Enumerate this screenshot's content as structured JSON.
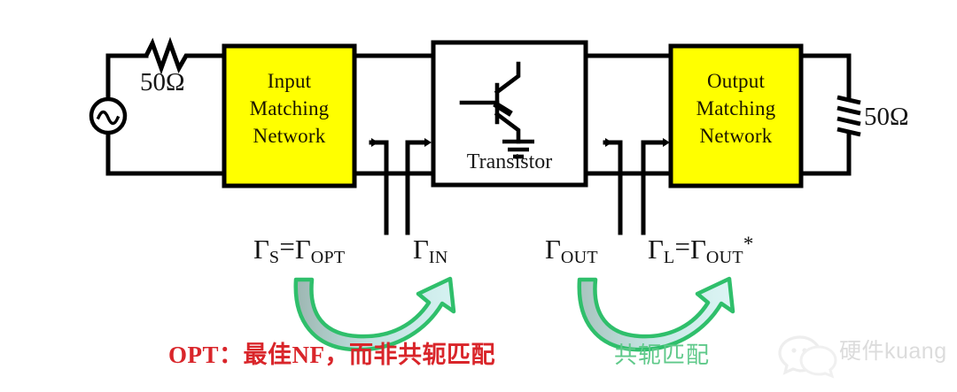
{
  "diagram": {
    "title": "RF amplifier matching network block diagram",
    "blocks": {
      "input_matching": {
        "line1": "Input",
        "line2": "Matching",
        "line3": "Network",
        "fill": "#FFFF00"
      },
      "transistor": {
        "label": "Transistor",
        "fill": "#FFFFFF"
      },
      "output_matching": {
        "line1": "Output",
        "line2": "Matching",
        "line3": "Network",
        "fill": "#FFFF00"
      }
    },
    "source_resistor_label": "50Ω",
    "load_resistor_label": "50Ω",
    "reflection_labels": {
      "gamma_s": {
        "sym": "Γ",
        "sub": "S",
        "eq": "=",
        "sym2": "Γ",
        "sub2": "OPT"
      },
      "gamma_in": {
        "sym": "Γ",
        "sub": "IN"
      },
      "gamma_out": {
        "sym": "Γ",
        "sub": "OUT"
      },
      "gamma_l": {
        "sym": "Γ",
        "sub": "L",
        "eq": "=",
        "sym2": "Γ",
        "sub2": "OUT",
        "star": "*"
      }
    },
    "annotations": {
      "left_note": "OPT：最佳NF，而非共轭匹配",
      "right_note": "共轭匹配",
      "left_note_color": "#d9252a",
      "right_note_color": "#5fc98a"
    },
    "watermark": {
      "text": "硬件kuang",
      "icon": "wechat-icon"
    },
    "colors": {
      "wire": "#000000",
      "block_fill": "#FFFF00",
      "arrow_green": "#2fbf6b"
    }
  }
}
